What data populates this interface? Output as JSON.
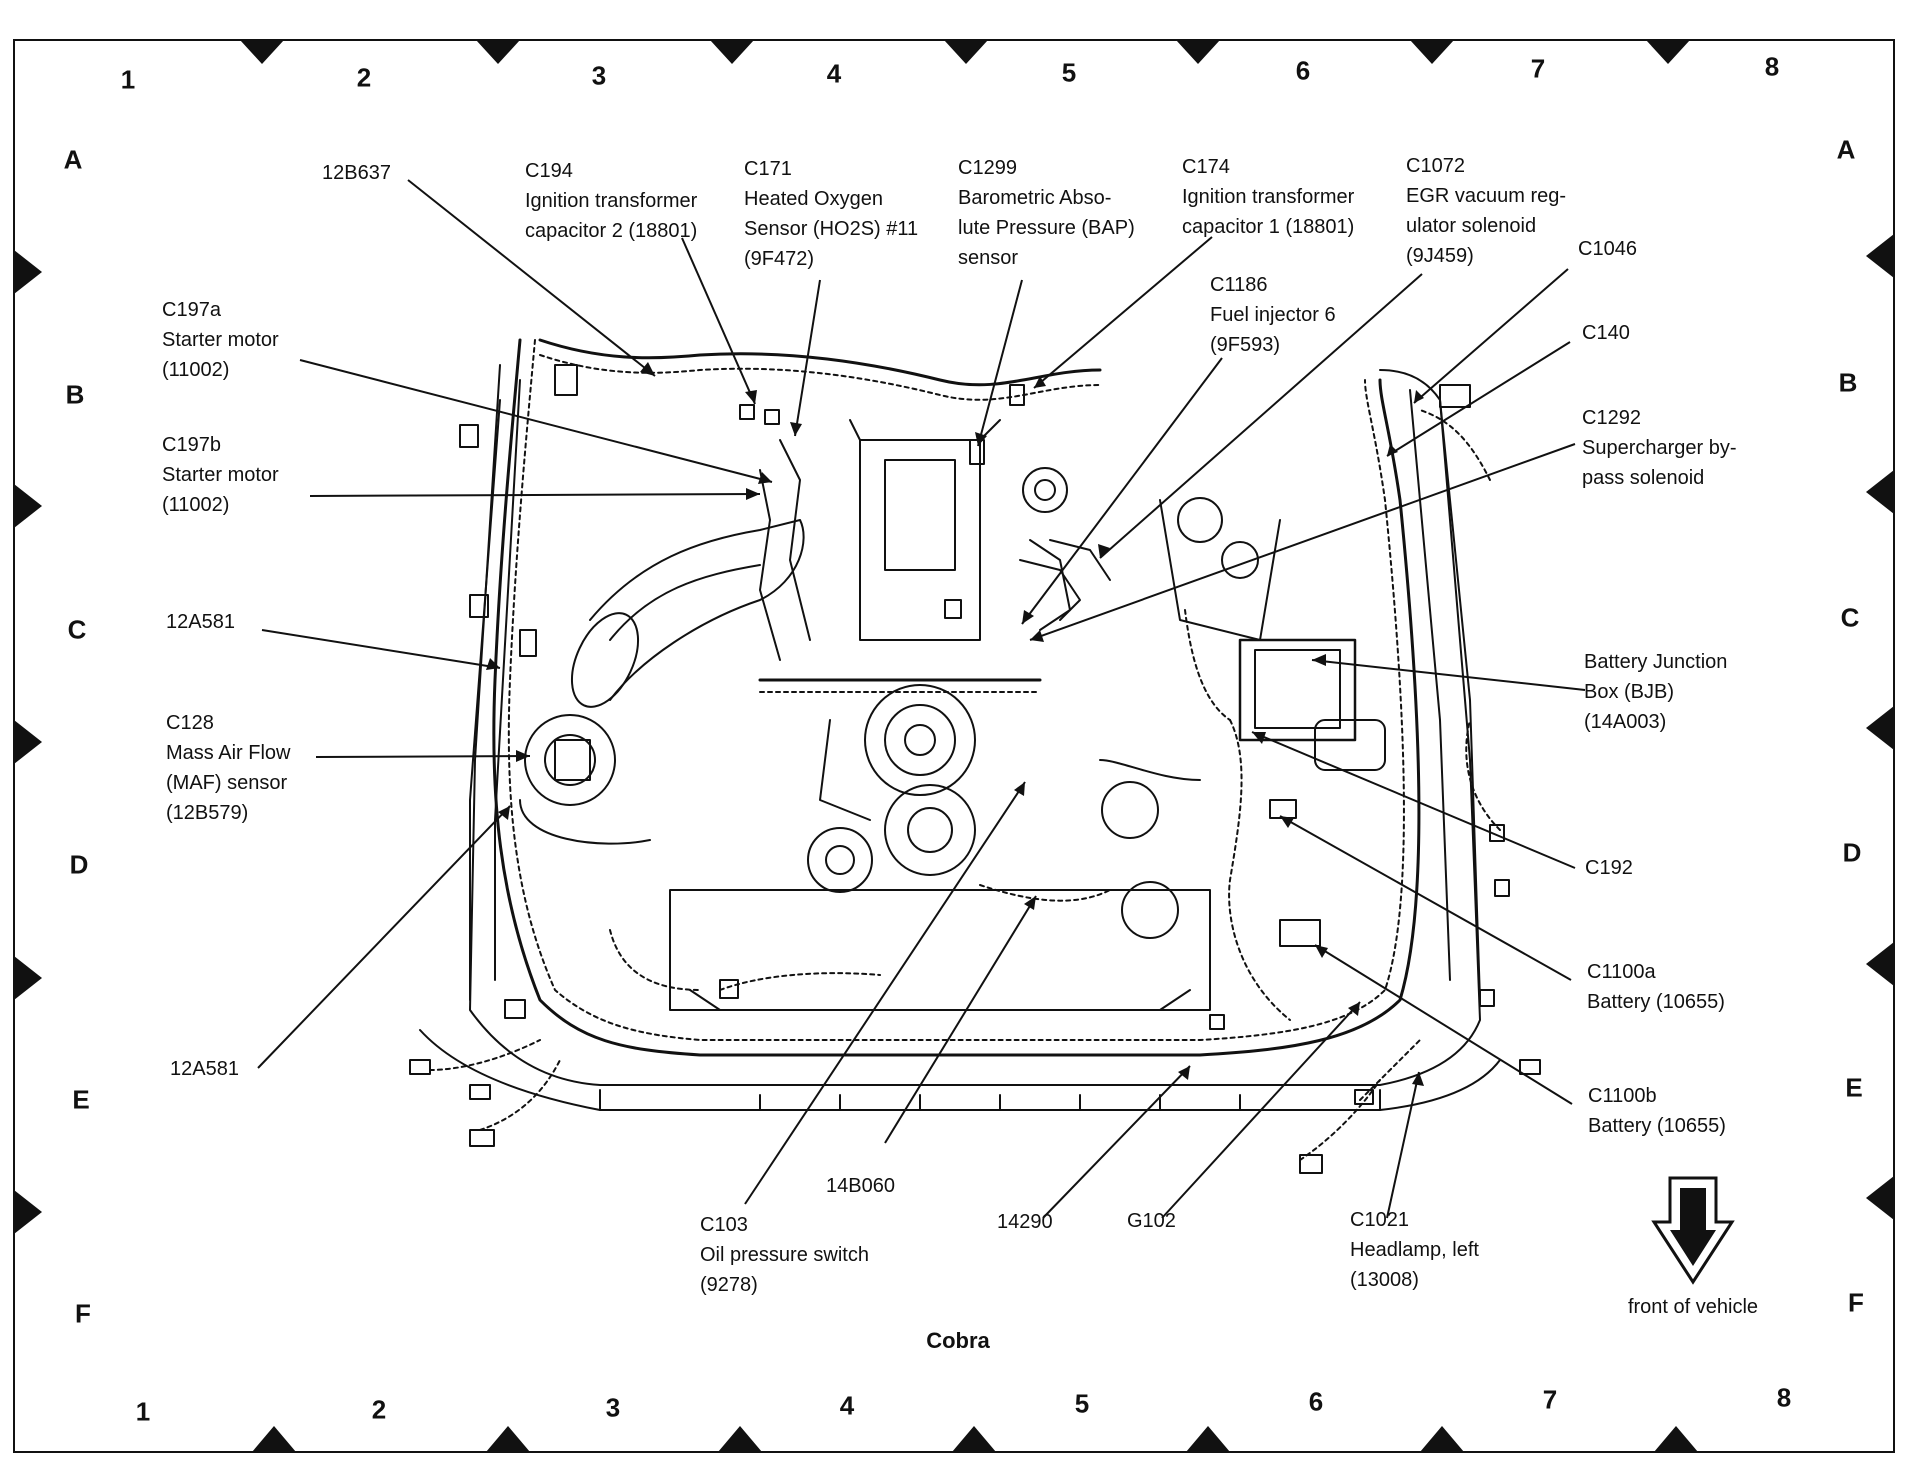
{
  "title": "Cobra",
  "grid": {
    "top_numbers": [
      "1",
      "2",
      "3",
      "4",
      "5",
      "6",
      "7",
      "8"
    ],
    "bottom_numbers": [
      "1",
      "2",
      "3",
      "4",
      "5",
      "6",
      "7",
      "8"
    ],
    "left_letters": [
      "A",
      "B",
      "C",
      "D",
      "E",
      "F"
    ],
    "right_letters": [
      "A",
      "B",
      "C",
      "D",
      "E",
      "F"
    ]
  },
  "front_of_vehicle": "front of vehicle",
  "callouts": {
    "c12b637": [
      "12B637"
    ],
    "c194": [
      "C194",
      "Ignition transformer",
      "capacitor 2 (18801)"
    ],
    "c171": [
      "C171",
      "Heated Oxygen",
      "Sensor (HO2S) #11",
      "(9F472)"
    ],
    "c1299": [
      "C1299",
      "Barometric Abso-",
      "lute Pressure (BAP)",
      "sensor"
    ],
    "c174": [
      "C174",
      "Ignition transformer",
      "capacitor 1 (18801)"
    ],
    "c1072": [
      "C1072",
      "EGR vacuum reg-",
      "ulator solenoid",
      "(9J459)"
    ],
    "c1046": [
      "C1046"
    ],
    "c1186": [
      "C1186",
      "Fuel injector 6",
      "(9F593)"
    ],
    "c140": [
      "C140"
    ],
    "c1292": [
      "C1292",
      "Supercharger by-",
      "pass solenoid"
    ],
    "c197a": [
      "C197a",
      "Starter motor",
      "(11002)"
    ],
    "c197b": [
      "C197b",
      "Starter motor",
      "(11002)"
    ],
    "c12a581_top": [
      "12A581"
    ],
    "c128": [
      "C128",
      "Mass Air Flow",
      "(MAF) sensor",
      "(12B579)"
    ],
    "bjb": [
      "Battery Junction",
      "Box (BJB)",
      "(14A003)"
    ],
    "c192": [
      "C192"
    ],
    "c1100a": [
      "C1100a",
      "Battery (10655)"
    ],
    "c1100b": [
      "C1100b",
      "Battery (10655)"
    ],
    "c12a581_bottom": [
      "12A581"
    ],
    "c14b060": [
      "14B060"
    ],
    "c103": [
      "C103",
      "Oil pressure switch",
      "(9278)"
    ],
    "c14290": [
      "14290"
    ],
    "g102": [
      "G102"
    ],
    "c1021": [
      "C1021",
      "Headlamp, left",
      "(13008)"
    ]
  }
}
